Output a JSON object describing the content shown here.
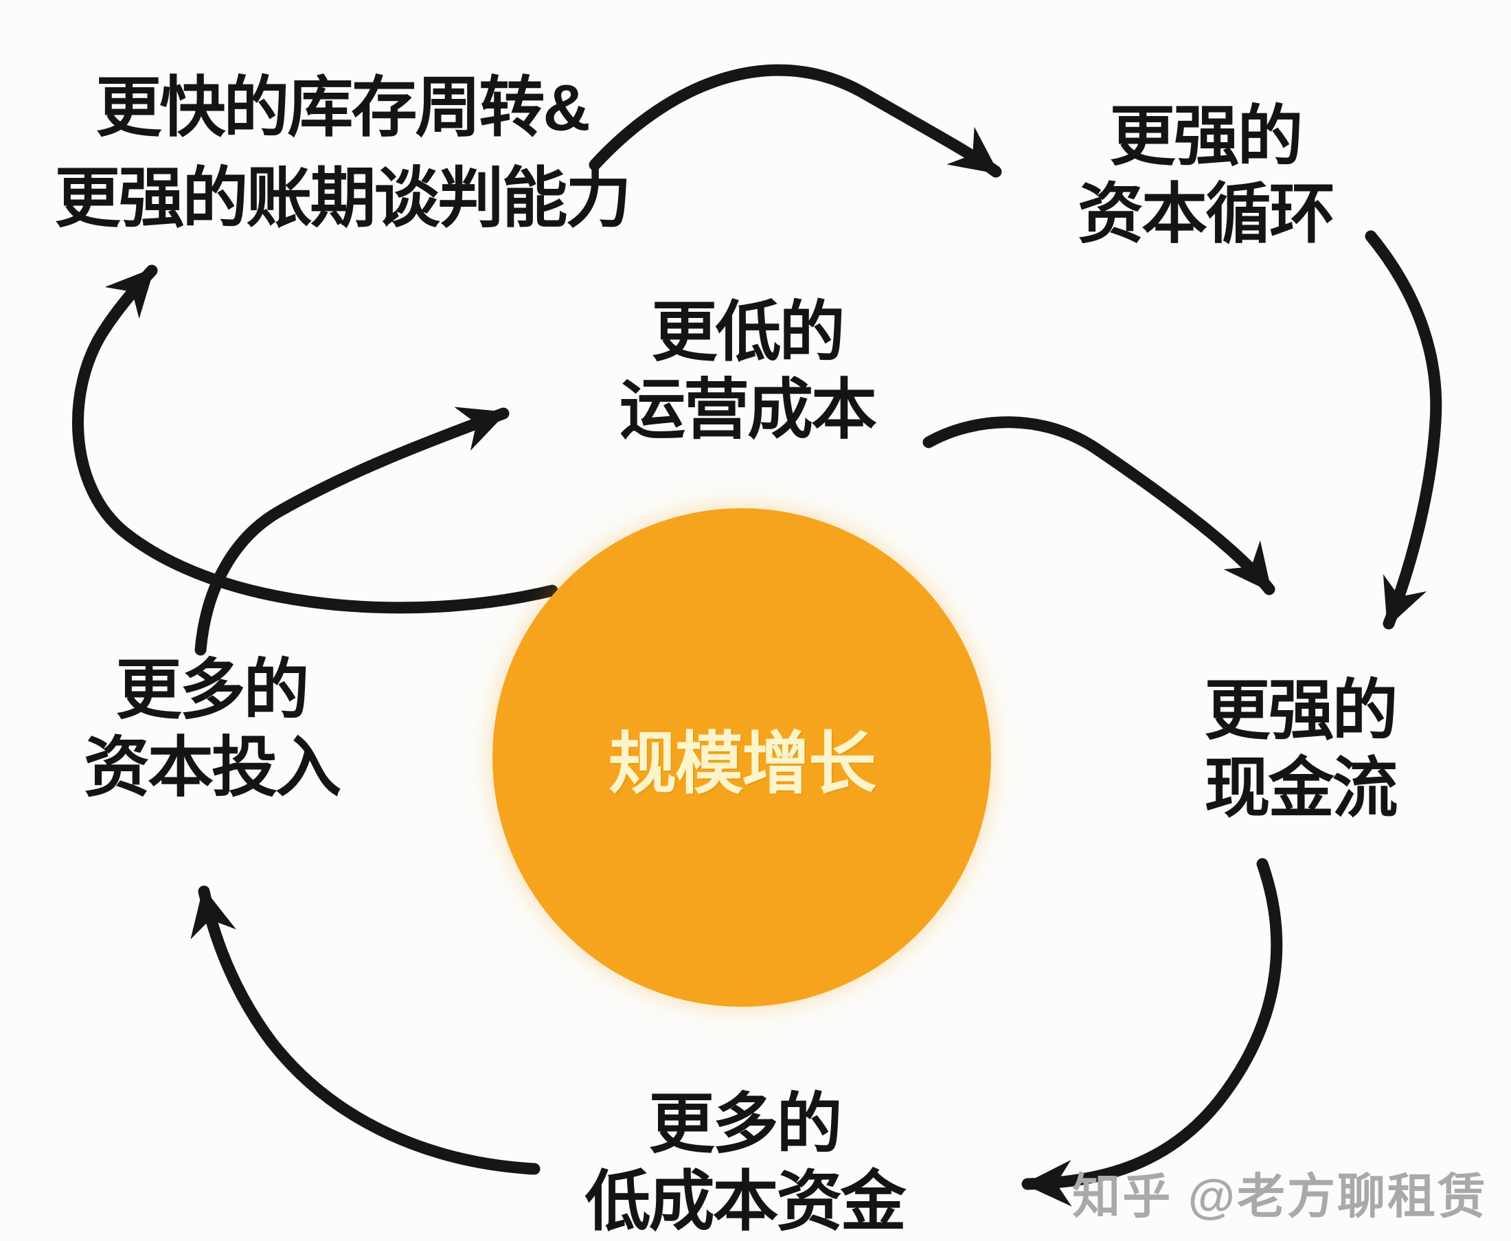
{
  "diagram": {
    "title_hint": "flywheel-scale-growth",
    "center": {
      "id": "scale-growth",
      "label": "规模增长"
    },
    "nodes": [
      {
        "id": "faster-inventory-turnover",
        "line1": "更快的库存周转&",
        "line2": "更强的账期谈判能力"
      },
      {
        "id": "stronger-capital-cycle",
        "line1": "更强的",
        "line2": "资本循环"
      },
      {
        "id": "lower-operating-cost",
        "line1": "更低的",
        "line2": "运营成本"
      },
      {
        "id": "stronger-cash-flow",
        "line1": "更强的",
        "line2": "现金流"
      },
      {
        "id": "more-capital-investment",
        "line1": "更多的",
        "line2": "资本投入"
      },
      {
        "id": "more-low-cost-funds",
        "line1": "更多的",
        "line2": "低成本资金"
      }
    ],
    "edges": [
      {
        "from": "faster-inventory-turnover",
        "to": "stronger-capital-cycle"
      },
      {
        "from": "stronger-capital-cycle",
        "to": "stronger-cash-flow"
      },
      {
        "from": "lower-operating-cost",
        "to": "stronger-cash-flow"
      },
      {
        "from": "stronger-cash-flow",
        "to": "more-low-cost-funds"
      },
      {
        "from": "more-low-cost-funds",
        "to": "more-capital-investment"
      },
      {
        "from": "more-capital-investment",
        "to": "lower-operating-cost"
      },
      {
        "from": "scale-growth",
        "to": "faster-inventory-turnover"
      }
    ],
    "colors": {
      "background": "#fcfcfa",
      "text": "#141414",
      "arrow": "#161616",
      "circle_fill": "#f6a41e",
      "circle_text": "#fcf4ca",
      "watermark": "#a9a9a9"
    }
  },
  "watermark": {
    "text": "知乎 @老方聊租赁"
  }
}
